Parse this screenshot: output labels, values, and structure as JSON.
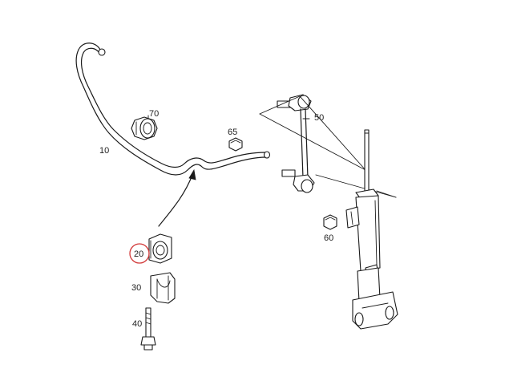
{
  "diagram": {
    "labels": {
      "p10": "10",
      "p20": "20",
      "p30": "30",
      "p40": "40",
      "p50": "50",
      "p60": "60",
      "p65": "65",
      "p70": "70"
    },
    "colors": {
      "line": "#1a1a1a",
      "highlight_ring": "#d23a3a",
      "background": "#ffffff"
    }
  }
}
